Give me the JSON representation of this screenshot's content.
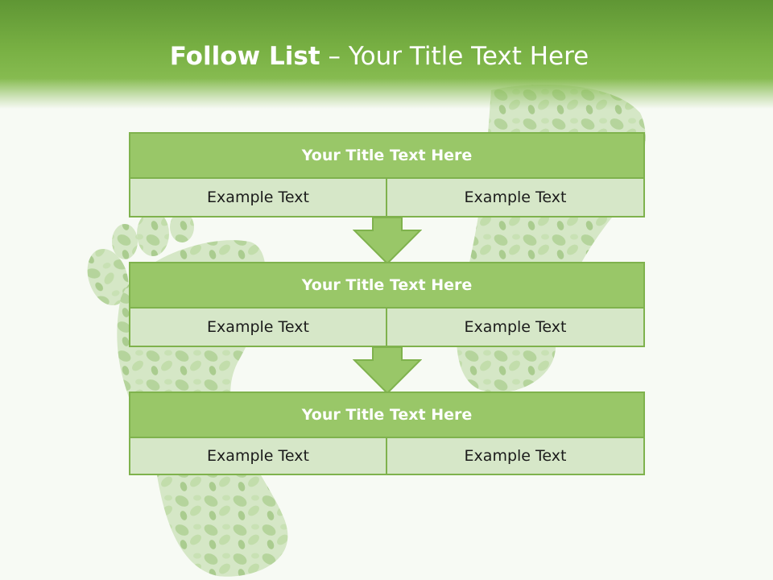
{
  "header": {
    "title_bold": "Follow List",
    "title_rest": " – Your Title Text Here"
  },
  "blocks": [
    {
      "title": "Your Title Text Here",
      "left_text": "Example Text",
      "right_text": "Example Text"
    },
    {
      "title": "Your Title Text Here",
      "left_text": "Example Text",
      "right_text": "Example Text"
    },
    {
      "title": "Your Title Text Here",
      "left_text": "Example Text",
      "right_text": "Example Text"
    }
  ],
  "colors": {
    "header_green": "#78b043",
    "title_fill": "#99c768",
    "cell_fill": "#d6e7c8",
    "border": "#7fb24d"
  },
  "icons": [
    "footprint-icon",
    "down-arrow-icon"
  ]
}
